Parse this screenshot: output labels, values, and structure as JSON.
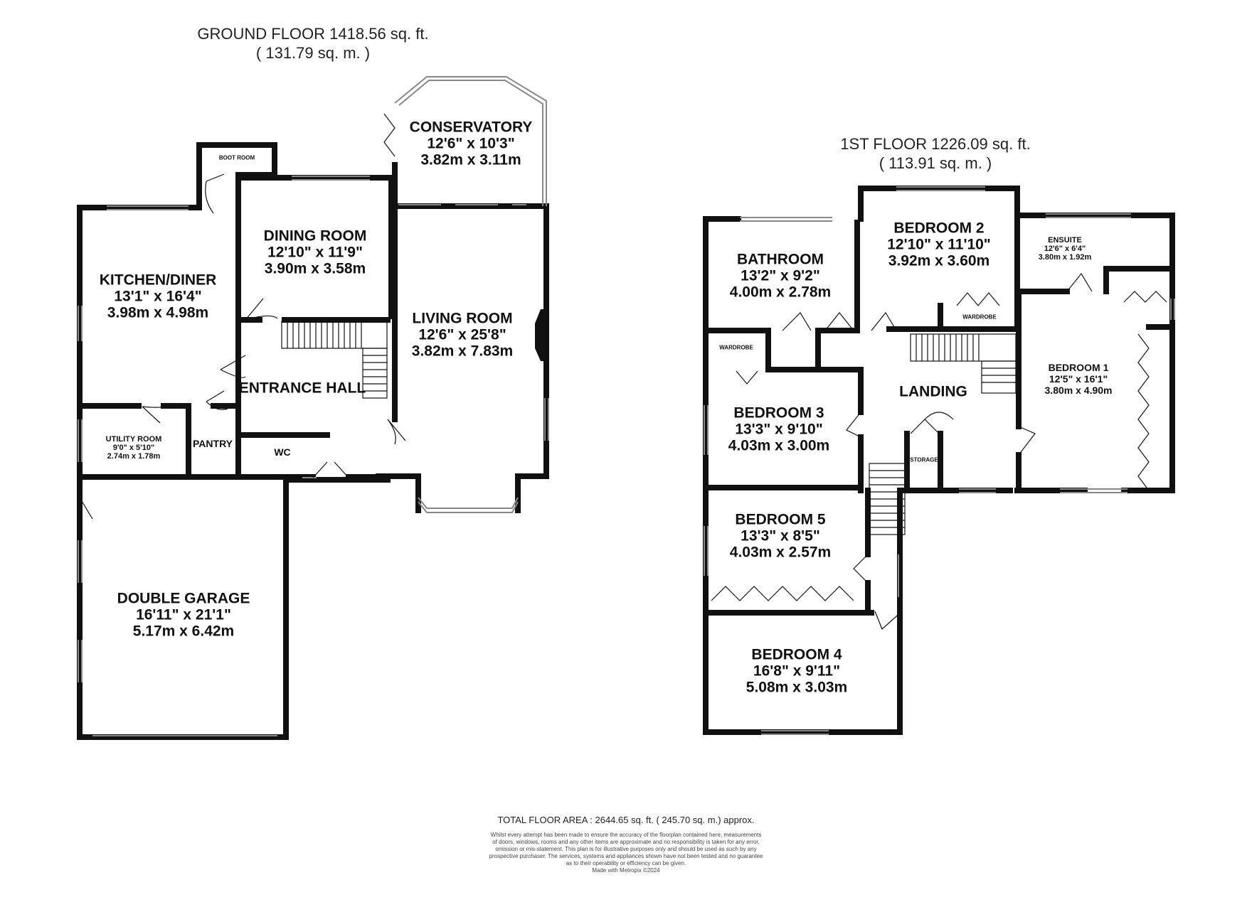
{
  "ground_floor": {
    "title": "GROUND FLOOR 1418.56 sq. ft.",
    "subtitle": "( 131.79 sq. m. )",
    "rooms": [
      {
        "id": "conservatory",
        "name": "CONSERVATORY",
        "imperial": "12'6\" x 10'3\"",
        "metric": "3.82m x 3.11m"
      },
      {
        "id": "boot-room",
        "name": "BOOT ROOM",
        "imperial": "",
        "metric": ""
      },
      {
        "id": "dining-room",
        "name": "DINING ROOM",
        "imperial": "12'10\" x 11'9\"",
        "metric": "3.90m x 3.58m"
      },
      {
        "id": "kitchen-diner",
        "name": "KITCHEN/DINER",
        "imperial": "13'1\" x 16'4\"",
        "metric": "3.98m x 4.98m"
      },
      {
        "id": "living-room",
        "name": "LIVING ROOM",
        "imperial": "12'6\" x 25'8\"",
        "metric": "3.82m x 7.83m"
      },
      {
        "id": "entrance-hall",
        "name": "ENTRANCE HALL",
        "imperial": "",
        "metric": ""
      },
      {
        "id": "utility-room",
        "name": "UTILITY ROOM",
        "imperial": "9'0\" x 5'10\"",
        "metric": "2.74m x 1.78m"
      },
      {
        "id": "pantry",
        "name": "PANTRY",
        "imperial": "",
        "metric": ""
      },
      {
        "id": "wc",
        "name": "WC",
        "imperial": "",
        "metric": ""
      },
      {
        "id": "double-garage",
        "name": "DOUBLE GARAGE",
        "imperial": "16'11\" x 21'1\"",
        "metric": "5.17m x 6.42m"
      }
    ]
  },
  "first_floor": {
    "title": "1ST FLOOR 1226.09 sq. ft.",
    "subtitle": "( 113.91 sq. m. )",
    "rooms": [
      {
        "id": "bathroom",
        "name": "BATHROOM",
        "imperial": "13'2\" x 9'2\"",
        "metric": "4.00m x 2.78m"
      },
      {
        "id": "bedroom-2",
        "name": "BEDROOM 2",
        "imperial": "12'10\" x 11'10\"",
        "metric": "3.92m x 3.60m"
      },
      {
        "id": "ensuite",
        "name": "ENSUITE",
        "imperial": "12'6\" x 6'4\"",
        "metric": "3.80m x 1.92m"
      },
      {
        "id": "wardrobe-b2",
        "name": "WARDROBE",
        "imperial": "",
        "metric": ""
      },
      {
        "id": "wardrobe-b3",
        "name": "WARDROBE",
        "imperial": "",
        "metric": ""
      },
      {
        "id": "landing",
        "name": "LANDING",
        "imperial": "",
        "metric": ""
      },
      {
        "id": "bedroom-1",
        "name": "BEDROOM 1",
        "imperial": "12'5\" x 16'1\"",
        "metric": "3.80m x 4.90m"
      },
      {
        "id": "bedroom-3",
        "name": "BEDROOM 3",
        "imperial": "13'3\" x 9'10\"",
        "metric": "4.03m x 3.00m"
      },
      {
        "id": "storage",
        "name": "STORAGE",
        "imperial": "",
        "metric": ""
      },
      {
        "id": "bedroom-5",
        "name": "BEDROOM 5",
        "imperial": "13'3\" x 8'5\"",
        "metric": "4.03m x 2.57m"
      },
      {
        "id": "bedroom-4",
        "name": "BEDROOM 4",
        "imperial": "16'8\" x 9'11\"",
        "metric": "5.08m x 3.03m"
      }
    ]
  },
  "total_area": "TOTAL FLOOR AREA : 2644.65 sq. ft. ( 245.70 sq. m.) approx.",
  "disclaimer": [
    "Whilst every attempt has been made to ensure the accuracy of the floorplan contained here, measurements",
    "of doors, windows, rooms and any other items are approximate and no responsibility is taken for any error,",
    "omission or mis-statement. This plan is for illustrative purposes only and should be used as such by any",
    "prospective purchaser. The services, systems and appliances shown have not been tested and no guarantee",
    "as to their operability or efficiency can be given.",
    "Made with Metropix ©2024"
  ],
  "colors": {
    "wall": "#111111",
    "window": "#888888",
    "background": "#ffffff"
  }
}
